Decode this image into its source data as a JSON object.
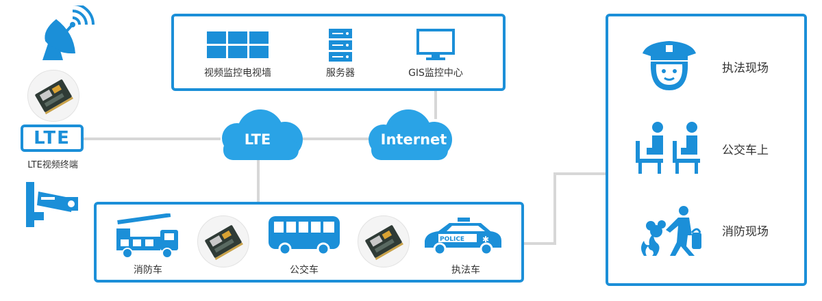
{
  "terminal": {
    "badge": "LTE",
    "caption": "LTE视频终端"
  },
  "clouds": {
    "lte": "LTE",
    "internet": "Internet"
  },
  "top_panel": {
    "items": [
      {
        "label": "视频监控电视墙",
        "icon": "video-wall-icon"
      },
      {
        "label": "服务器",
        "icon": "server-icon"
      },
      {
        "label": "GIS监控中心",
        "icon": "monitor-icon"
      }
    ]
  },
  "bottom_panel": {
    "items": [
      {
        "label": "消防车",
        "icon": "fire-truck-icon"
      },
      {
        "label": "公交车",
        "icon": "bus-icon"
      },
      {
        "label": "执法车",
        "icon": "police-car-icon"
      }
    ],
    "police_car_text": "POLICE"
  },
  "scenes": {
    "items": [
      {
        "label": "执法现场",
        "icon": "police-officer-icon"
      },
      {
        "label": "公交车上",
        "icon": "bus-passengers-icon"
      },
      {
        "label": "消防现场",
        "icon": "firefighter-icon"
      }
    ]
  },
  "colors": {
    "accent": "#1b8fd8",
    "cloud": "#2aa3e6",
    "connector": "#d7d7d7"
  }
}
